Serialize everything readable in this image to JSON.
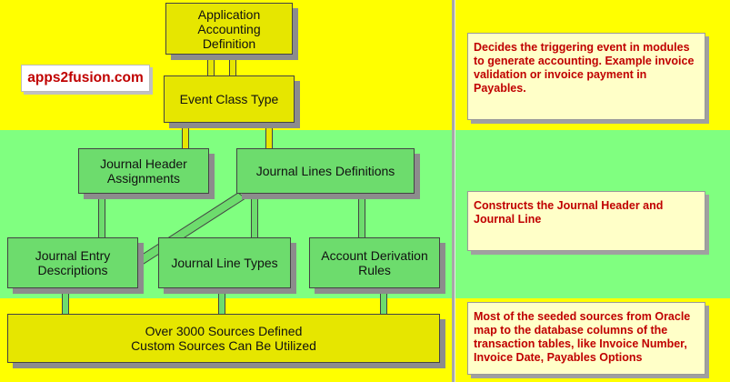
{
  "brand": "apps2fusion.com",
  "boxes": {
    "application_accounting_definition": [
      "Application",
      "Accounting",
      "Definition"
    ],
    "event_class_type": [
      "Event Class Type"
    ],
    "journal_header_assignments": [
      "Journal Header",
      "Assignments"
    ],
    "journal_lines_definitions": [
      "Journal Lines Definitions"
    ],
    "journal_entry_descriptions": [
      "Journal Entry",
      "Descriptions"
    ],
    "journal_line_types": [
      "Journal Line Types"
    ],
    "account_derivation_rules": [
      "Account Derivation",
      "Rules"
    ],
    "sources": [
      "Over 3000 Sources Defined",
      "Custom Sources Can Be Utilized"
    ]
  },
  "notes": {
    "top": "Decides the triggering event in modules to generate accounting. Example invoice validation or invoice payment in Payables.",
    "middle": "Constructs the Journal Header and Journal Line",
    "bottom": "Most of the seeded sources from Oracle map to the database columns of the transaction tables, like Invoice Number, Invoice Date, Payables Options"
  },
  "colors": {
    "yellow_band": "#ffff00",
    "green_band": "#80ff80",
    "yellow_box": "#e6e600",
    "green_box": "#6ddc6d",
    "note_text": "#c00000",
    "brand_text": "#c00000"
  }
}
